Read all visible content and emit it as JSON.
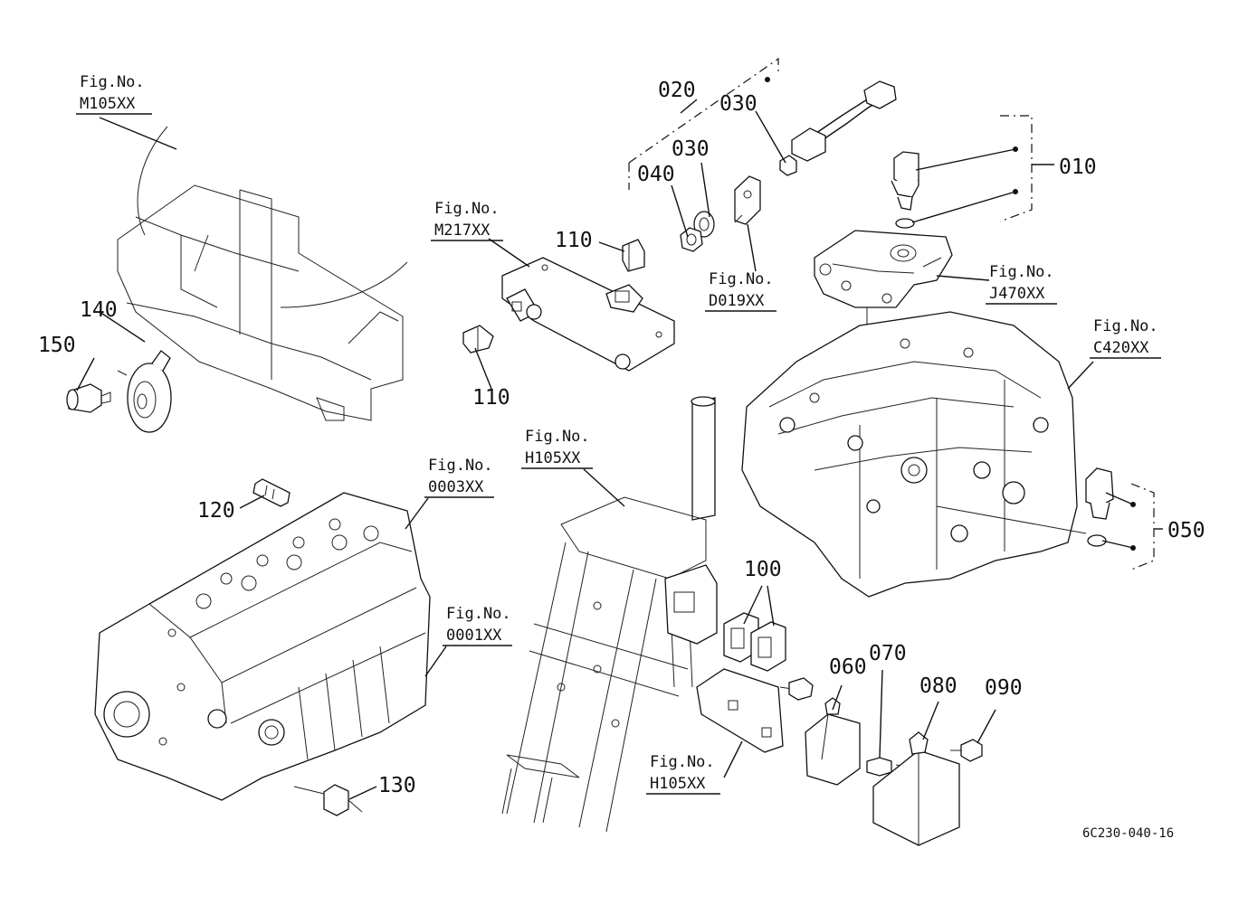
{
  "part_numbers": {
    "p010": "010",
    "p020": "020",
    "p030a": "030",
    "p030b": "030",
    "p040": "040",
    "p050": "050",
    "p060": "060",
    "p070": "070",
    "p080": "080",
    "p090": "090",
    "p100": "100",
    "p110a": "110",
    "p110b": "110",
    "p120": "120",
    "p130": "130",
    "p140": "140",
    "p150": "150"
  },
  "fig_refs": {
    "fig_label": "Fig.No.",
    "m105": "M105XX",
    "m217": "M217XX",
    "d019": "D019XX",
    "j470": "J470XX",
    "c420": "C420XX",
    "h105a": "H105XX",
    "h105b": "H105XX",
    "f0003": "0003XX",
    "f0001": "0001XX"
  },
  "diagram_code": "6C230-040-16"
}
